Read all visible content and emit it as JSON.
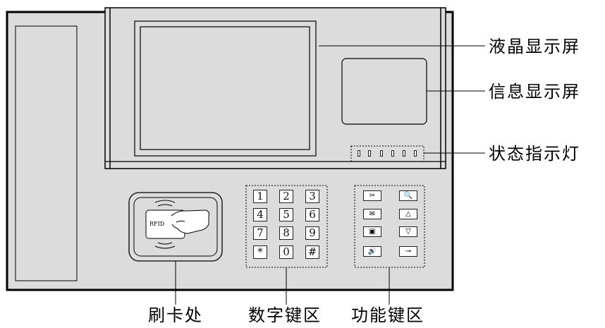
{
  "callouts": {
    "lcd_screen": "液晶显示屏",
    "info_screen": "信息显示屏",
    "status_lights": "状态指示灯",
    "card_area": "刷卡处",
    "numeric_keypad": "数字键区",
    "function_keypad": "功能键区"
  },
  "rfid_label": "RFID",
  "numeric_keys": [
    "1",
    "2",
    "3",
    "4",
    "5",
    "6",
    "7",
    "8",
    "9",
    "*",
    "0",
    "#"
  ],
  "function_keys": [
    {
      "icon": "tools-icon",
      "glyph": "✂"
    },
    {
      "icon": "search-icon",
      "glyph": "🔍"
    },
    {
      "icon": "envelope-icon",
      "glyph": "✉"
    },
    {
      "icon": "up-arrow-icon",
      "glyph": "△"
    },
    {
      "icon": "book-icon",
      "glyph": "▣"
    },
    {
      "icon": "down-arrow-icon",
      "glyph": "▽"
    },
    {
      "icon": "speaker-icon",
      "glyph": "🔊"
    },
    {
      "icon": "key-icon",
      "glyph": "⊸"
    }
  ],
  "colors": {
    "panel": "#dcdcdc",
    "lcd": "#dcdcdc",
    "stroke": "#000000",
    "background": "#ffffff"
  }
}
